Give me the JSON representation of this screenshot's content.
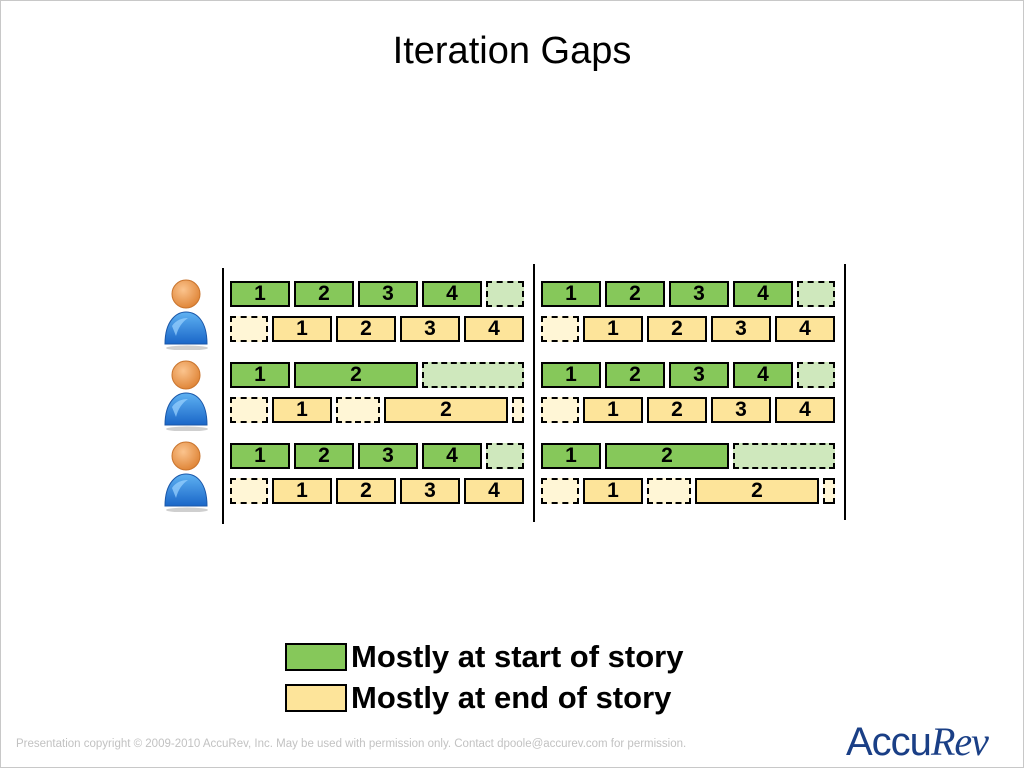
{
  "title": "Iteration Gaps",
  "panels": [
    {
      "rows": [
        {
          "blocks": [
            {
              "label": "1",
              "color": "green",
              "dashed": false,
              "w": 60
            },
            {
              "label": "2",
              "color": "green",
              "dashed": false,
              "w": 60
            },
            {
              "label": "3",
              "color": "green",
              "dashed": false,
              "w": 60
            },
            {
              "label": "4",
              "color": "green",
              "dashed": false,
              "w": 60
            },
            {
              "label": "",
              "color": "green",
              "dashed": true,
              "w": 38
            }
          ]
        },
        {
          "blocks": [
            {
              "label": "",
              "color": "yellow",
              "dashed": true,
              "w": 38
            },
            {
              "label": "1",
              "color": "yellow",
              "dashed": false,
              "w": 60
            },
            {
              "label": "2",
              "color": "yellow",
              "dashed": false,
              "w": 60
            },
            {
              "label": "3",
              "color": "yellow",
              "dashed": false,
              "w": 60
            },
            {
              "label": "4",
              "color": "yellow",
              "dashed": false,
              "w": 60
            }
          ]
        },
        {
          "blocks": [
            {
              "label": "1",
              "color": "green",
              "dashed": false,
              "w": 60
            },
            {
              "label": "2",
              "color": "green",
              "dashed": false,
              "w": 124
            },
            {
              "label": "",
              "color": "green",
              "dashed": true,
              "w": 102
            }
          ]
        },
        {
          "blocks": [
            {
              "label": "",
              "color": "yellow",
              "dashed": true,
              "w": 38
            },
            {
              "label": "1",
              "color": "yellow",
              "dashed": false,
              "w": 60
            },
            {
              "label": "",
              "color": "yellow",
              "dashed": true,
              "w": 44
            },
            {
              "label": "2",
              "color": "yellow",
              "dashed": false,
              "w": 124
            },
            {
              "label": "",
              "color": "yellow",
              "dashed": true,
              "w": 12
            }
          ]
        },
        {
          "blocks": [
            {
              "label": "1",
              "color": "green",
              "dashed": false,
              "w": 60
            },
            {
              "label": "2",
              "color": "green",
              "dashed": false,
              "w": 60
            },
            {
              "label": "3",
              "color": "green",
              "dashed": false,
              "w": 60
            },
            {
              "label": "4",
              "color": "green",
              "dashed": false,
              "w": 60
            },
            {
              "label": "",
              "color": "green",
              "dashed": true,
              "w": 38
            }
          ]
        },
        {
          "blocks": [
            {
              "label": "",
              "color": "yellow",
              "dashed": true,
              "w": 38
            },
            {
              "label": "1",
              "color": "yellow",
              "dashed": false,
              "w": 60
            },
            {
              "label": "2",
              "color": "yellow",
              "dashed": false,
              "w": 60
            },
            {
              "label": "3",
              "color": "yellow",
              "dashed": false,
              "w": 60
            },
            {
              "label": "4",
              "color": "yellow",
              "dashed": false,
              "w": 60
            }
          ]
        }
      ]
    },
    {
      "rows": [
        {
          "blocks": [
            {
              "label": "1",
              "color": "green",
              "dashed": false,
              "w": 60
            },
            {
              "label": "2",
              "color": "green",
              "dashed": false,
              "w": 60
            },
            {
              "label": "3",
              "color": "green",
              "dashed": false,
              "w": 60
            },
            {
              "label": "4",
              "color": "green",
              "dashed": false,
              "w": 60
            },
            {
              "label": "",
              "color": "green",
              "dashed": true,
              "w": 38
            }
          ]
        },
        {
          "blocks": [
            {
              "label": "",
              "color": "yellow",
              "dashed": true,
              "w": 38
            },
            {
              "label": "1",
              "color": "yellow",
              "dashed": false,
              "w": 60
            },
            {
              "label": "2",
              "color": "yellow",
              "dashed": false,
              "w": 60
            },
            {
              "label": "3",
              "color": "yellow",
              "dashed": false,
              "w": 60
            },
            {
              "label": "4",
              "color": "yellow",
              "dashed": false,
              "w": 60
            }
          ]
        },
        {
          "blocks": [
            {
              "label": "1",
              "color": "green",
              "dashed": false,
              "w": 60
            },
            {
              "label": "2",
              "color": "green",
              "dashed": false,
              "w": 60
            },
            {
              "label": "3",
              "color": "green",
              "dashed": false,
              "w": 60
            },
            {
              "label": "4",
              "color": "green",
              "dashed": false,
              "w": 60
            },
            {
              "label": "",
              "color": "green",
              "dashed": true,
              "w": 38
            }
          ]
        },
        {
          "blocks": [
            {
              "label": "",
              "color": "yellow",
              "dashed": true,
              "w": 38
            },
            {
              "label": "1",
              "color": "yellow",
              "dashed": false,
              "w": 60
            },
            {
              "label": "2",
              "color": "yellow",
              "dashed": false,
              "w": 60
            },
            {
              "label": "3",
              "color": "yellow",
              "dashed": false,
              "w": 60
            },
            {
              "label": "4",
              "color": "yellow",
              "dashed": false,
              "w": 60
            }
          ]
        },
        {
          "blocks": [
            {
              "label": "1",
              "color": "green",
              "dashed": false,
              "w": 60
            },
            {
              "label": "2",
              "color": "green",
              "dashed": false,
              "w": 124
            },
            {
              "label": "",
              "color": "green",
              "dashed": true,
              "w": 102
            }
          ]
        },
        {
          "blocks": [
            {
              "label": "",
              "color": "yellow",
              "dashed": true,
              "w": 38
            },
            {
              "label": "1",
              "color": "yellow",
              "dashed": false,
              "w": 60
            },
            {
              "label": "",
              "color": "yellow",
              "dashed": true,
              "w": 44
            },
            {
              "label": "2",
              "color": "yellow",
              "dashed": false,
              "w": 124
            },
            {
              "label": "",
              "color": "yellow",
              "dashed": true,
              "w": 12
            }
          ]
        }
      ]
    }
  ],
  "legend": {
    "start": {
      "label": "Mostly at start of story",
      "color": "#86c85a"
    },
    "end": {
      "label": "Mostly at end of story",
      "color": "#fde49a"
    }
  },
  "footer": "Presentation copyright © 2009-2010 AccuRev, Inc. May be used with permission  only. Contact dpoole@accurev.com for permission.",
  "logo": {
    "part1": "Accu",
    "part2": "Rev"
  },
  "icons": {
    "person": "person-icon"
  },
  "colors": {
    "green": "#86c85a",
    "yellow": "#fde49a",
    "green_dash": "#cfe8bd",
    "yellow_dash": "#fff6d6",
    "logo": "#1a3f86"
  }
}
